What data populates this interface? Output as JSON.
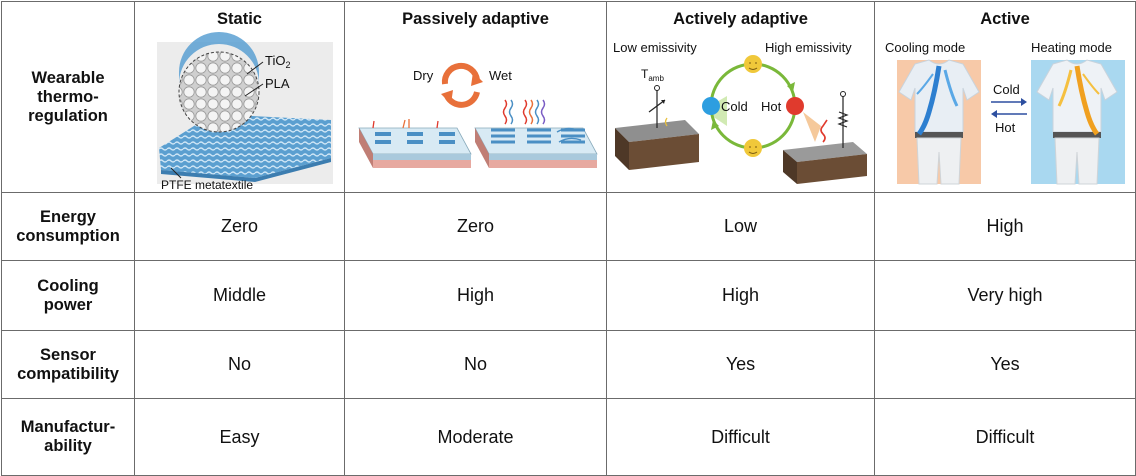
{
  "row_headers": {
    "r0": "Wearable thermo-regulation",
    "r1": "Energy consumption",
    "r2": "Cooling power",
    "r3": "Sensor compatibility",
    "r4": "Manufactur-ability"
  },
  "row_headers_lines": {
    "r0": [
      "Wearable",
      "thermo-",
      "regulation"
    ],
    "r1": [
      "Energy",
      "consumption"
    ],
    "r2": [
      "Cooling",
      "power"
    ],
    "r3": [
      "Sensor",
      "compatibility"
    ],
    "r4": [
      "Manufactur-",
      "ability"
    ]
  },
  "columns": [
    {
      "title": "Static"
    },
    {
      "title": "Passively adaptive"
    },
    {
      "title": "Actively adaptive"
    },
    {
      "title": "Active"
    }
  ],
  "illustrations": {
    "static": {
      "tio2": "TiO",
      "tio2_sub": "2",
      "pla": "PLA",
      "caption": "PTFE metatextile"
    },
    "passive": {
      "dry": "Dry",
      "wet": "Wet"
    },
    "actively": {
      "low": "Low emissivity",
      "high": "High emissivity",
      "tamb": "T",
      "tamb_sub": "amb",
      "cold": "Cold",
      "hot": "Hot"
    },
    "active": {
      "cooling_mode": "Cooling mode",
      "heating_mode": "Heating mode",
      "cold": "Cold",
      "hot": "Hot"
    }
  },
  "rows": {
    "energy": [
      "Zero",
      "Zero",
      "Low",
      "High"
    ],
    "cooling": [
      "Middle",
      "High",
      "High",
      "Very high"
    ],
    "sensor": [
      "No",
      "No",
      "Yes",
      "Yes"
    ],
    "manufacturability": [
      "Easy",
      "Moderate",
      "Difficult",
      "Difficult"
    ]
  },
  "colors": {
    "border": "#6b6b6b",
    "textile_blue": "#4a8fc4",
    "arrow_orange": "#e8703a",
    "cycle_green": "#7ab83a",
    "cycle_yellow": "#f0c83a",
    "cold_blue": "#2d9ee0",
    "hot_red": "#e03a2d",
    "substrate_pink": "#e7a9a0",
    "panel_brown": "#6b4d35"
  }
}
